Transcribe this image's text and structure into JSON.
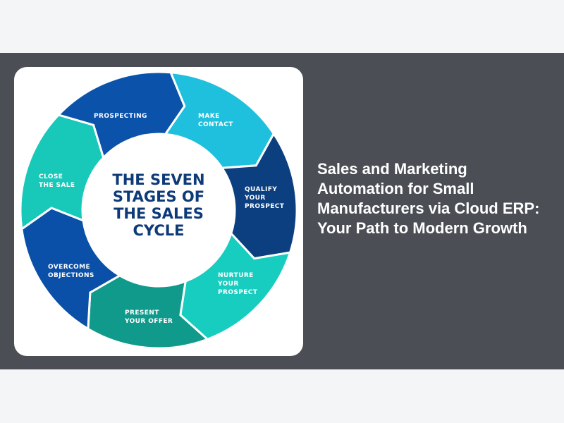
{
  "article": {
    "title": "Sales and Marketing Automation for Small Manufacturers via Cloud ERP: Your Path to Modern Growth"
  },
  "diagram": {
    "center_title": "THE SEVEN\nSTAGES OF\nTHE SALES\nCYCLE",
    "stages": [
      {
        "label": "PROSPECTING",
        "color": "#1fc0dd"
      },
      {
        "label": "MAKE\nCONTACT",
        "color": "#0b3f7f"
      },
      {
        "label": "QUALIFY\nYOUR\nPROSPECT",
        "color": "#16cdbf"
      },
      {
        "label": "NURTURE\nYOUR\nPROSPECT",
        "color": "#0f9a8c"
      },
      {
        "label": "PRESENT\nYOUR OFFER",
        "color": "#0a4fa8"
      },
      {
        "label": "OVERCOME\nOBJECTIONS",
        "color": "#18c9ba"
      },
      {
        "label": "CLOSE\nTHE SALE",
        "color": "#0b52ab"
      }
    ]
  }
}
